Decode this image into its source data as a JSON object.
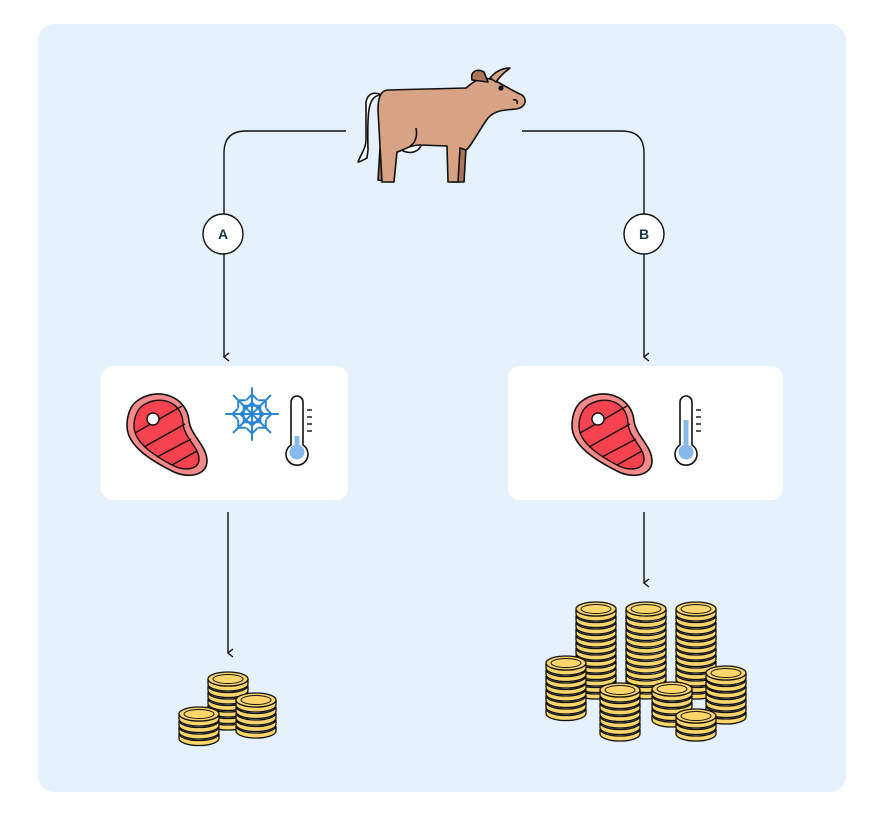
{
  "diagram": {
    "branches": [
      {
        "label": "A",
        "icons": [
          "steak-icon",
          "snowflake-icon",
          "thermometer-icon"
        ],
        "outcome": "small-coin-pile"
      },
      {
        "label": "B",
        "icons": [
          "steak-icon",
          "thermometer-icon"
        ],
        "outcome": "large-coin-pile"
      }
    ],
    "source_icon": "cow-icon",
    "colors": {
      "background": "#e6f1fe",
      "card": "#ffffff",
      "meat": "#f7434f",
      "meat_rim": "#f68a8a",
      "snowflake": "#2a86d1",
      "thermometer_fill": "#86b9ea",
      "coin": "#fcd66b",
      "cow": "#d8a285",
      "cow_legs": "#a97758",
      "stroke": "#111111",
      "label_text": "#123a48"
    }
  }
}
